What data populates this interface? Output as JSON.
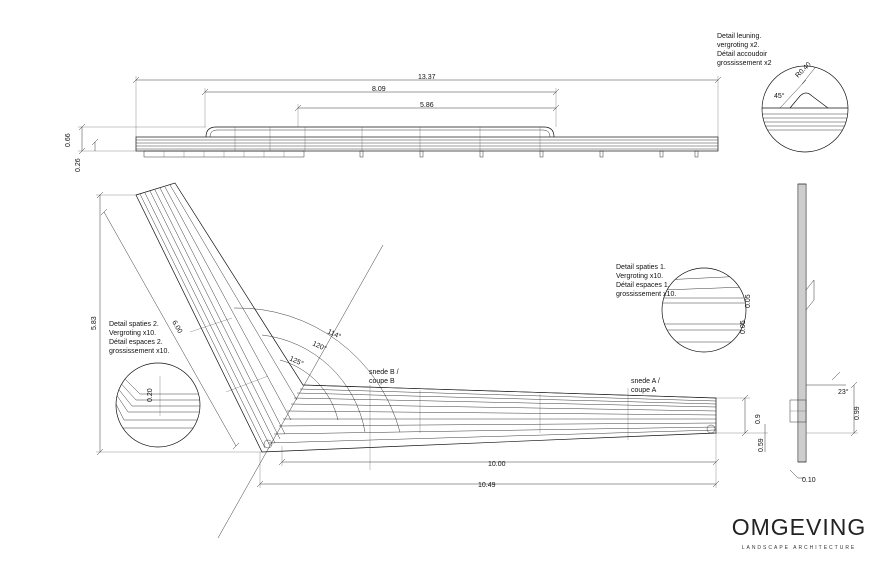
{
  "elevation": {
    "dims": {
      "overall": "13.37",
      "mid": "8.09",
      "inner": "5.86",
      "height": "0.66",
      "base": "0.26"
    }
  },
  "detail_armrest": {
    "lines": [
      "Detail leuning.",
      "vergroting x2.",
      "Détail accoudoir",
      "grossissement x2"
    ],
    "radius": "R0.40",
    "angle": "45°"
  },
  "plan": {
    "dims": {
      "diag_height": "5.83",
      "diag_length": "6.00",
      "length_10": "10.00",
      "length_total": "10.49",
      "end_top": "0.9",
      "end_bottom": "0.59"
    },
    "angles": [
      "114°",
      "120°",
      "125°"
    ],
    "section_b": [
      "snede B /",
      "coupe B"
    ],
    "section_a": [
      "snede A /",
      "coupe A"
    ]
  },
  "detail_spaces_2": {
    "lines": [
      "Detail spaties 2.",
      "Vergroting x10.",
      "Détail espaces 2.",
      "grossissement x10."
    ],
    "dim": "0.20"
  },
  "detail_spaces_1": {
    "lines": [
      "Detail spaties 1.",
      "Vergroting x10.",
      "Détail espaces 1.",
      "grossissement x10."
    ],
    "dim_top": "0.05",
    "dim_bottom": "0.05"
  },
  "section": {
    "dims": {
      "angle": "23°",
      "height": "0.99",
      "width": "0.10"
    }
  },
  "logo": {
    "name": "OMGEVING",
    "tagline": "LANDSCAPE ARCHITECTURE"
  }
}
